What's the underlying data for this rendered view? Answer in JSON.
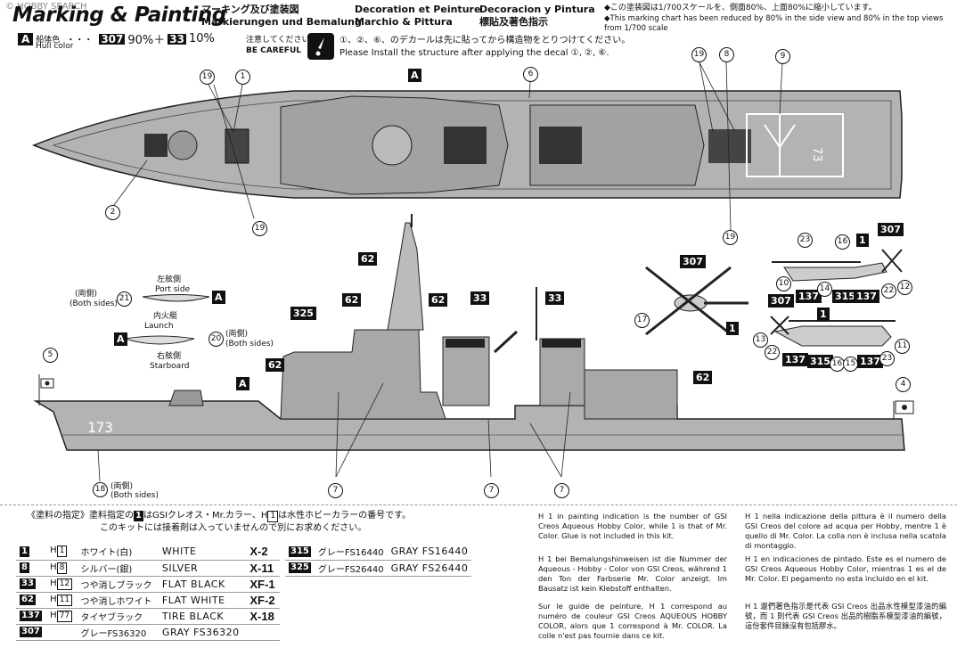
{
  "header": {
    "watermark": "© HOBBY SEARCH",
    "title": "Marking & Painting",
    "title_ja": "マーキング及び塗装図",
    "title_de": "Markierungen und Bemalung",
    "title_fr": "Decoration et Peinture",
    "title_it": "Marchio & Pittura",
    "title_es": "Decoracion y Pintura",
    "title_zh": "標貼及著色指示",
    "scale_ja": "◆この塗装図は1/700スケールを、側面80%、上面80%に縮小しています。",
    "scale_en": "◆This marking chart has been reduced by 80% in the side view and 80% in the top views from 1/700 scale"
  },
  "hull_color": {
    "badge": "A",
    "label_ja": "船体色",
    "label_en": "Hull color",
    "dots": "・・・",
    "code1": "307",
    "pct1": "90%＋",
    "code2": "33",
    "pct2": "10%"
  },
  "caution": {
    "ja1": "注意してください。",
    "en1": "BE CAREFUL",
    "icon": "exclamation-icon",
    "text_ja": "①、②、⑥、のデカールは先に貼ってから構造物をとりつけてください。",
    "text_en": "Please Install the structure after applying the decal ①, ②, ⑥."
  },
  "boats": {
    "port_ja": "左舷側",
    "port_en": "Port side",
    "launch_ja": "内火艇",
    "launch_en": "Launch",
    "star_ja": "右舷側",
    "star_en": "Starboard",
    "both_ja": "(両側)",
    "both_en": "(Both sides)",
    "decal_21": "21",
    "decal_20": "20",
    "badge": "A"
  },
  "hull_number": "173",
  "heli_number": "73",
  "callouts": {
    "n1": "1",
    "n2": "2",
    "n4": "4",
    "n5": "5",
    "n6": "6",
    "n7": "7",
    "n8": "8",
    "n9": "9",
    "n10": "10",
    "n11": "11",
    "n12": "12",
    "n13": "13",
    "n14": "14",
    "n15": "15",
    "n16": "16",
    "n17": "17",
    "n18": "18",
    "n19": "19",
    "n22": "22",
    "n23": "23",
    "c62": "62",
    "c33": "33",
    "c325": "325",
    "c307": "307",
    "c137": "137",
    "c315": "315",
    "c1": "1",
    "badgeA": "A",
    "both_ja": "(両側)",
    "both_en": "(Both sides)"
  },
  "paint_intro": {
    "ja": "《塗料の指定》塗料指定の",
    "ja_box": "1",
    "ja2": "はGSIクレオス・Mr.カラー、H",
    "ja_box2": "1",
    "ja3": "は水性ホビーカラーの番号です。",
    "ja_line2": "このキットには接着剤は入っていませんので別にお求めください。"
  },
  "paints_left": [
    {
      "mr": "1",
      "h": "H",
      "hn": "1",
      "ja": "ホワイト(白)",
      "en": "WHITE",
      "code": "X-2"
    },
    {
      "mr": "8",
      "h": "H",
      "hn": "8",
      "ja": "シルバー(銀)",
      "en": "SILVER",
      "code": "X-11"
    },
    {
      "mr": "33",
      "h": "H",
      "hn": "12",
      "ja": "つや消しブラック",
      "en": "FLAT BLACK",
      "code": "XF-1"
    },
    {
      "mr": "62",
      "h": "H",
      "hn": "11",
      "ja": "つや消しホワイト",
      "en": "FLAT WHITE",
      "code": "XF-2"
    },
    {
      "mr": "137",
      "h": "H",
      "hn": "77",
      "ja": "タイヤブラック",
      "en": "TIRE BLACK",
      "code": "X-18"
    },
    {
      "mr": "307",
      "h": "",
      "hn": "",
      "ja": "グレーFS36320",
      "en": "GRAY FS36320",
      "code": ""
    }
  ],
  "paints_right": [
    {
      "mr": "315",
      "ja": "グレーFS16440",
      "en": "GRAY FS16440"
    },
    {
      "mr": "325",
      "ja": "グレーFS26440",
      "en": "GRAY FS26440"
    }
  ],
  "notes": {
    "en": "H 1 in painting indication is the number of GSI Creos Aqueous Hobby Color, while 1 is that of Mr. Color. Glue is not included in this kit.",
    "de": "H 1 bei Bemalungshinweisen ist die Nummer der Aqueous - Hobby - Color von GSI Creos, während 1 den Ton der Farbserie Mr. Color anzeigt. Im Bausatz ist kein Klebstoff enthalten.",
    "fr": "Sur le guide de peinture, H 1 correspond au numéro de couleur GSI Creos AQUEOUS HOBBY COLOR, alors que 1 correspond à Mr. COLOR. La colle n'est pas fournie dans ce kit.",
    "it": "H 1 nella indicazione della pittura è il numero della GSI Creos del colore ad acqua per Hobby, mentre 1 è quello di Mr. Color. La colla non è inclusa nella scatola di montaggio.",
    "es": "H 1 en indicaciones de pintado. Este es el numero de GSI Creos Aqueous Hobby Color, mientras 1 es el de Mr. Color. El pegamento no esta incluido en el kit.",
    "zh": "H 1 還們著色指示是代表 GSI Creos 出品水性模型漆油的編號，而 1 則代表 GSI Creos 出品的樹脂系模型漆油的編號，這份套件目錄沒有包括膠水。"
  }
}
